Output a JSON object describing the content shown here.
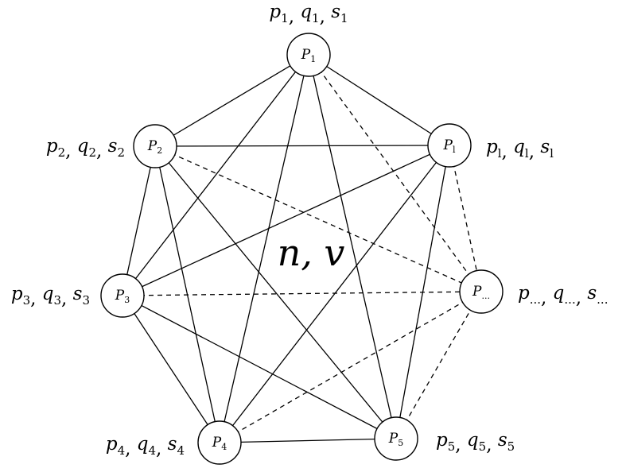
{
  "diagram": {
    "center_label": "n, v",
    "nodes": [
      {
        "id": "P1",
        "base": "P",
        "sub": "1",
        "attr": "p₁, q₁, s₁",
        "attr_parts": [
          [
            "p",
            "1"
          ],
          [
            "q",
            "1"
          ],
          [
            "s",
            "1"
          ]
        ]
      },
      {
        "id": "P2",
        "base": "P",
        "sub": "2",
        "attr": "p₂, q₂, s₂",
        "attr_parts": [
          [
            "p",
            "2"
          ],
          [
            "q",
            "2"
          ],
          [
            "s",
            "2"
          ]
        ]
      },
      {
        "id": "Pl",
        "base": "P",
        "sub": "l",
        "attr": "pₗ, qₗ, sₗ",
        "attr_parts": [
          [
            "p",
            "l"
          ],
          [
            "q",
            "l"
          ],
          [
            "s",
            "l"
          ]
        ]
      },
      {
        "id": "P3",
        "base": "P",
        "sub": "3",
        "attr": "p₃, q₃, s₃",
        "attr_parts": [
          [
            "p",
            "3"
          ],
          [
            "q",
            "3"
          ],
          [
            "s",
            "3"
          ]
        ]
      },
      {
        "id": "Pdots",
        "base": "P",
        "sub": "...",
        "attr": "p..., q..., s...",
        "attr_parts": [
          [
            "p",
            "..."
          ],
          [
            "q",
            "..."
          ],
          [
            "s",
            "..."
          ]
        ]
      },
      {
        "id": "P4",
        "base": "P",
        "sub": "4",
        "attr": "p₄, q₄, s₄",
        "attr_parts": [
          [
            "p",
            "4"
          ],
          [
            "q",
            "4"
          ],
          [
            "s",
            "4"
          ]
        ]
      },
      {
        "id": "P5",
        "base": "P",
        "sub": "5",
        "attr": "p₅, q₅, s₅",
        "attr_parts": [
          [
            "p",
            "5"
          ],
          [
            "q",
            "5"
          ],
          [
            "s",
            "5"
          ]
        ]
      }
    ],
    "edges": [
      {
        "from": "P1",
        "to": "P2",
        "style": "solid"
      },
      {
        "from": "P1",
        "to": "Pl",
        "style": "solid"
      },
      {
        "from": "P1",
        "to": "P3",
        "style": "solid"
      },
      {
        "from": "P1",
        "to": "P4",
        "style": "solid"
      },
      {
        "from": "P1",
        "to": "P5",
        "style": "solid"
      },
      {
        "from": "P1",
        "to": "Pdots",
        "style": "dashed"
      },
      {
        "from": "P2",
        "to": "Pl",
        "style": "solid"
      },
      {
        "from": "P2",
        "to": "P3",
        "style": "solid"
      },
      {
        "from": "P2",
        "to": "P4",
        "style": "solid"
      },
      {
        "from": "P2",
        "to": "P5",
        "style": "solid"
      },
      {
        "from": "P2",
        "to": "Pdots",
        "style": "dashed"
      },
      {
        "from": "Pl",
        "to": "P3",
        "style": "solid"
      },
      {
        "from": "Pl",
        "to": "P4",
        "style": "solid"
      },
      {
        "from": "Pl",
        "to": "P5",
        "style": "solid"
      },
      {
        "from": "Pl",
        "to": "Pdots",
        "style": "dashed"
      },
      {
        "from": "P3",
        "to": "P4",
        "style": "solid"
      },
      {
        "from": "P3",
        "to": "P5",
        "style": "solid"
      },
      {
        "from": "P3",
        "to": "Pdots",
        "style": "dashed"
      },
      {
        "from": "P4",
        "to": "P5",
        "style": "solid"
      },
      {
        "from": "P4",
        "to": "Pdots",
        "style": "dashed"
      },
      {
        "from": "P5",
        "to": "Pdots",
        "style": "dashed"
      }
    ]
  }
}
